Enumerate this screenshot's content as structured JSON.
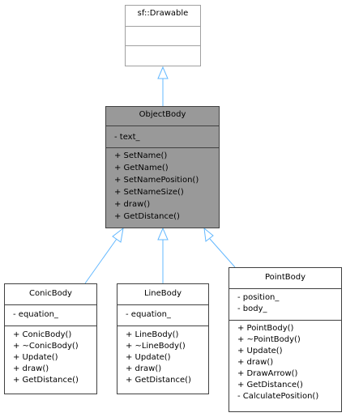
{
  "diagram": {
    "base": {
      "name": "sf::Drawable",
      "attributes": [],
      "methods": []
    },
    "main": {
      "name": "ObjectBody",
      "attributes": [
        "- text_"
      ],
      "methods": [
        "+ SetName()",
        "+ GetName()",
        "+ SetNamePosition()",
        "+ SetNameSize()",
        "+ draw()",
        "+ GetDistance()"
      ]
    },
    "conic": {
      "name": "ConicBody",
      "attributes": [
        "- equation_"
      ],
      "methods": [
        "+ ConicBody()",
        "+ ~ConicBody()",
        "+ Update()",
        "+ draw()",
        "+ GetDistance()"
      ]
    },
    "line": {
      "name": "LineBody",
      "attributes": [
        "- equation_"
      ],
      "methods": [
        "+ LineBody()",
        "+ ~LineBody()",
        "+ Update()",
        "+ draw()",
        "+ GetDistance()"
      ]
    },
    "point": {
      "name": "PointBody",
      "attributes": [
        "- position_",
        "- body_"
      ],
      "methods": [
        "+ PointBody()",
        "+ ~PointBody()",
        "+ Update()",
        "+ draw()",
        "+ DrawArrow()",
        "+ GetDistance()",
        "- CalculatePosition()"
      ]
    },
    "colors": {
      "highlight_fill": "#999999",
      "border": "#404040",
      "edge": "#63b8ff"
    }
  }
}
